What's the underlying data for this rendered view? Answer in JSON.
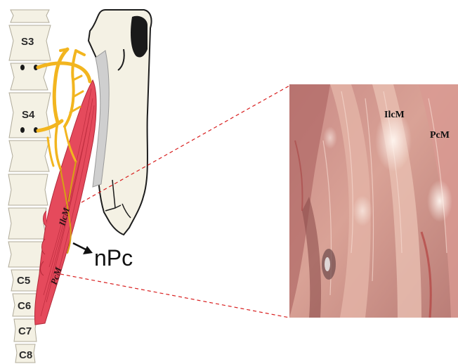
{
  "vertebra_labels": {
    "s3": "S3",
    "s4": "S4",
    "c5": "C5",
    "c6": "C6",
    "c7": "C7",
    "c8": "C8"
  },
  "muscle_labels": {
    "iliocaudalis": "IlcM",
    "pubocaudalis": "PcM"
  },
  "nerve_label": "nPc",
  "photo_labels": {
    "iliocaudalis": "IlcM",
    "pubocaudalis": "PcM"
  },
  "colors": {
    "bone": "#f4f1e4",
    "bone_outline": "#b0ab9a",
    "nerve": "#f2b51f",
    "muscle": "#e54a5c",
    "connector": "#d81e1e"
  }
}
